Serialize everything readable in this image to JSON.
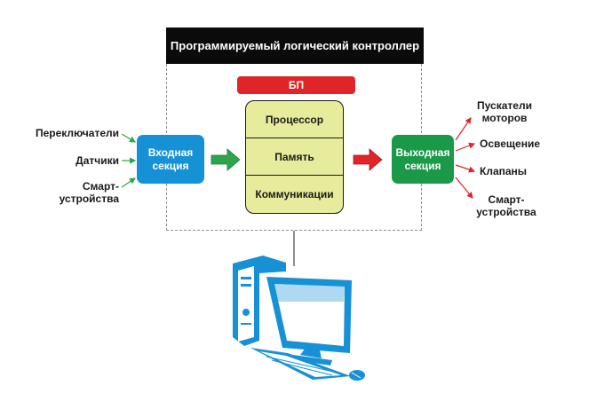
{
  "title": "Программируемый логический контроллер",
  "psu_label": "БП",
  "cpu_sections": [
    "Процессор",
    "Память",
    "Коммуникации"
  ],
  "input_section": {
    "line1": "Входная",
    "line2": "секция"
  },
  "output_section": {
    "line1": "Выходная",
    "line2": "секция"
  },
  "inputs": [
    {
      "line1": "Переключатели",
      "line2": ""
    },
    {
      "line1": "Датчики",
      "line2": ""
    },
    {
      "line1": "Смарт-",
      "line2": "устройства"
    }
  ],
  "outputs": [
    {
      "line1": "Пускатели",
      "line2": "моторов"
    },
    {
      "line1": "Освещение",
      "line2": ""
    },
    {
      "line1": "Клапаны",
      "line2": ""
    },
    {
      "line1": "Смарт-",
      "line2": "устройства"
    }
  ],
  "colors": {
    "header_bg": "#0b0b0b",
    "psu": "#e02427",
    "cpu_fill": "#e7ec9c",
    "input_box": "#1791d6",
    "output_box": "#1a9a48",
    "input_arrows": "#2ea44f",
    "output_arrows": "#e02427",
    "computer": "#1791d6"
  },
  "icons": [
    "computer-icon",
    "green-arrow",
    "red-arrow"
  ]
}
